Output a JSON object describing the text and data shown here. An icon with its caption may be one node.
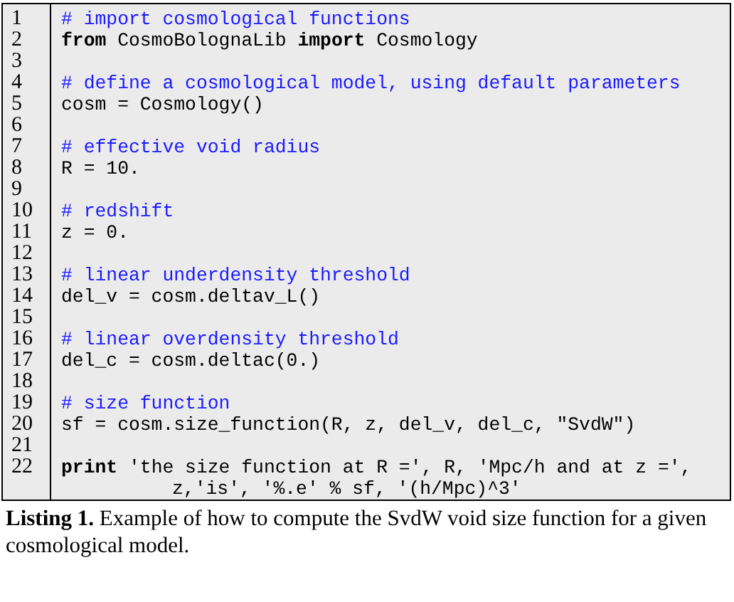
{
  "diagram": {
    "caption": "**Listing 1.** Example of how to compute the SvdW void size function for a given cosmological model.",
    "labels": [
      "1",
      "# import cosmological functions",
      "2",
      "**from** CosmoBolognaLib **import** Cosmology",
      "3",
      "4",
      "# define a cosmological model, using default parameters",
      "5",
      "cosm = Cosmology()",
      "6",
      "7",
      "# effective void radius",
      "8",
      "R = 10.",
      "9",
      "10",
      "# redshift",
      "11",
      "z = 0.",
      "12",
      "13",
      "# linear underdensity threshold",
      "14",
      "del_v = cosm.deltav_L()",
      "15",
      "16",
      "# linear overdensity threshold",
      "17",
      "del_c = cosm.deltac(0.)",
      "18",
      "19",
      "# size function",
      "20",
      "sf = cosm.size_function(R, z, del_v, del_c, \"SvdW\")",
      "21",
      "22",
      "**print** 'the size function at R =', R, 'Mpc/h and at z =',",
      "z,'is', '%.e' % sf, '(h/Mpc)^3'"
    ]
  }
}
